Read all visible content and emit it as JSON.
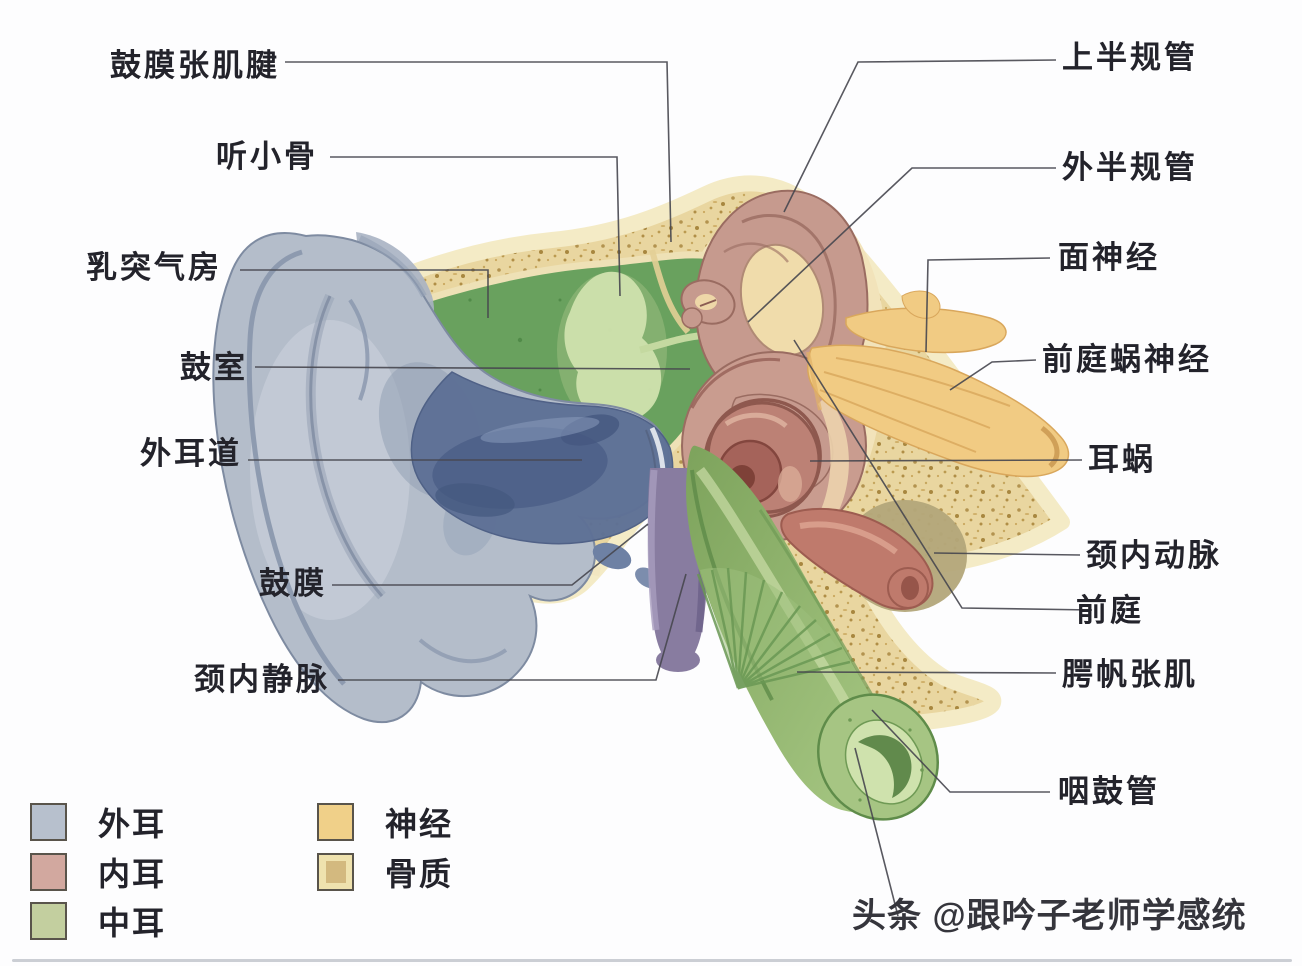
{
  "diagram": {
    "type": "ear-anatomy-cross-section",
    "labels_left": [
      {
        "id": "tensor-tympani-tendon",
        "text": "鼓膜张肌腱"
      },
      {
        "id": "ossicles",
        "text": "听小骨"
      },
      {
        "id": "mastoid-air-cells",
        "text": "乳突气房"
      },
      {
        "id": "tympanic-cavity",
        "text": "鼓室"
      },
      {
        "id": "external-auditory-canal",
        "text": "外耳道"
      },
      {
        "id": "tympanic-membrane",
        "text": "鼓膜"
      },
      {
        "id": "internal-jugular-vein",
        "text": "颈内静脉"
      }
    ],
    "labels_right": [
      {
        "id": "superior-semicircular-canal",
        "text": "上半规管"
      },
      {
        "id": "lateral-semicircular-canal",
        "text": "外半规管"
      },
      {
        "id": "facial-nerve",
        "text": "面神经"
      },
      {
        "id": "vestibulocochlear-nerve",
        "text": "前庭蜗神经"
      },
      {
        "id": "cochlea",
        "text": "耳蜗"
      },
      {
        "id": "internal-carotid-artery",
        "text": "颈内动脉"
      },
      {
        "id": "vestibule",
        "text": "前庭"
      },
      {
        "id": "tensor-veli-palatini",
        "text": "腭帆张肌"
      },
      {
        "id": "eustachian-tube",
        "text": "咽鼓管"
      }
    ],
    "legend": {
      "items": [
        {
          "id": "outer-ear",
          "text": "外耳",
          "color": "#b7c0cd"
        },
        {
          "id": "inner-ear",
          "text": "内耳",
          "color": "#d2a89f"
        },
        {
          "id": "middle-ear",
          "text": "中耳",
          "color": "#c3cf9f"
        },
        {
          "id": "nerve",
          "text": "神经",
          "color": "#f0d089"
        },
        {
          "id": "bone",
          "text": "骨质",
          "color": "#efe2ae",
          "inner_color": "#d3b97f"
        }
      ]
    },
    "watermark": {
      "text": "头条 @跟吟子老师学感统"
    }
  }
}
